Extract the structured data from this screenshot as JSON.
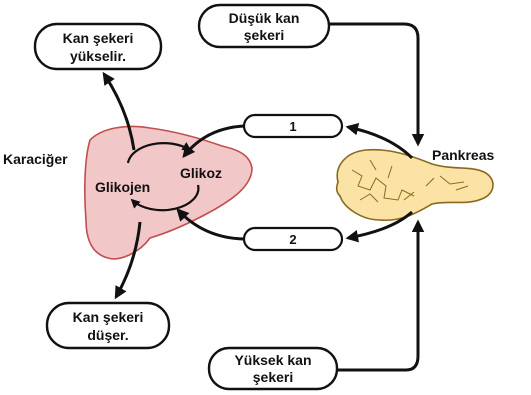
{
  "boxes": {
    "low_sugar_line1": "Düşük kan",
    "low_sugar_line2": "şekeri",
    "rises_line1": "Kan şekeri",
    "rises_line2": "yükselir.",
    "falls_line1": "Kan şekeri",
    "falls_line2": "düşer.",
    "high_sugar_line1": "Yüksek kan",
    "high_sugar_line2": "şekeri",
    "hormone_1": "1",
    "hormone_2": "2"
  },
  "organs": {
    "liver": "Karaciğer",
    "pancreas": "Pankreas",
    "glycogen": "Glikojen",
    "glucose": "Glikoz"
  },
  "colors": {
    "liver_fill": "#f2c7c7",
    "liver_stroke": "#c0504d",
    "pancreas_fill": "#fbe3a6",
    "pancreas_stroke": "#8a6a1e",
    "line": "#111111"
  }
}
